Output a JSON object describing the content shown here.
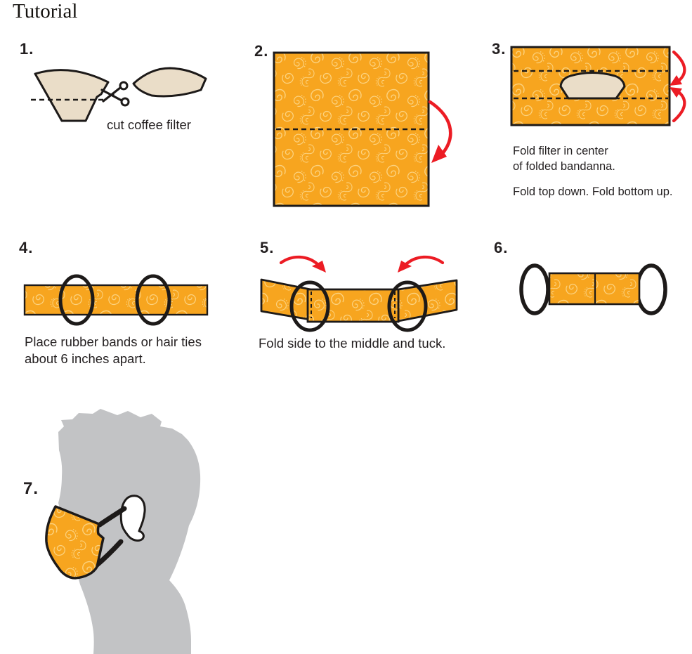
{
  "title": "Tutorial",
  "steps": [
    {
      "num": "1.",
      "caption": "cut coffee filter"
    },
    {
      "num": "2."
    },
    {
      "num": "3.",
      "caption_lines": [
        "Fold filter in center",
        "of folded bandanna."
      ],
      "caption2": "Fold top down. Fold bottom up."
    },
    {
      "num": "4.",
      "caption_lines": [
        "Place rubber bands or hair ties",
        "about 6 inches apart."
      ]
    },
    {
      "num": "5.",
      "caption": "Fold side to the middle and tuck."
    },
    {
      "num": "6."
    },
    {
      "num": "7."
    }
  ],
  "colors": {
    "orange": "#F7A51F",
    "paisley": "#FCD27E",
    "tan": "#EADDC8",
    "outline": "#1D1A19",
    "red": "#EC1C24",
    "gray": "#C2C3C5",
    "text": "#231F20",
    "title_color": "#14120F"
  }
}
